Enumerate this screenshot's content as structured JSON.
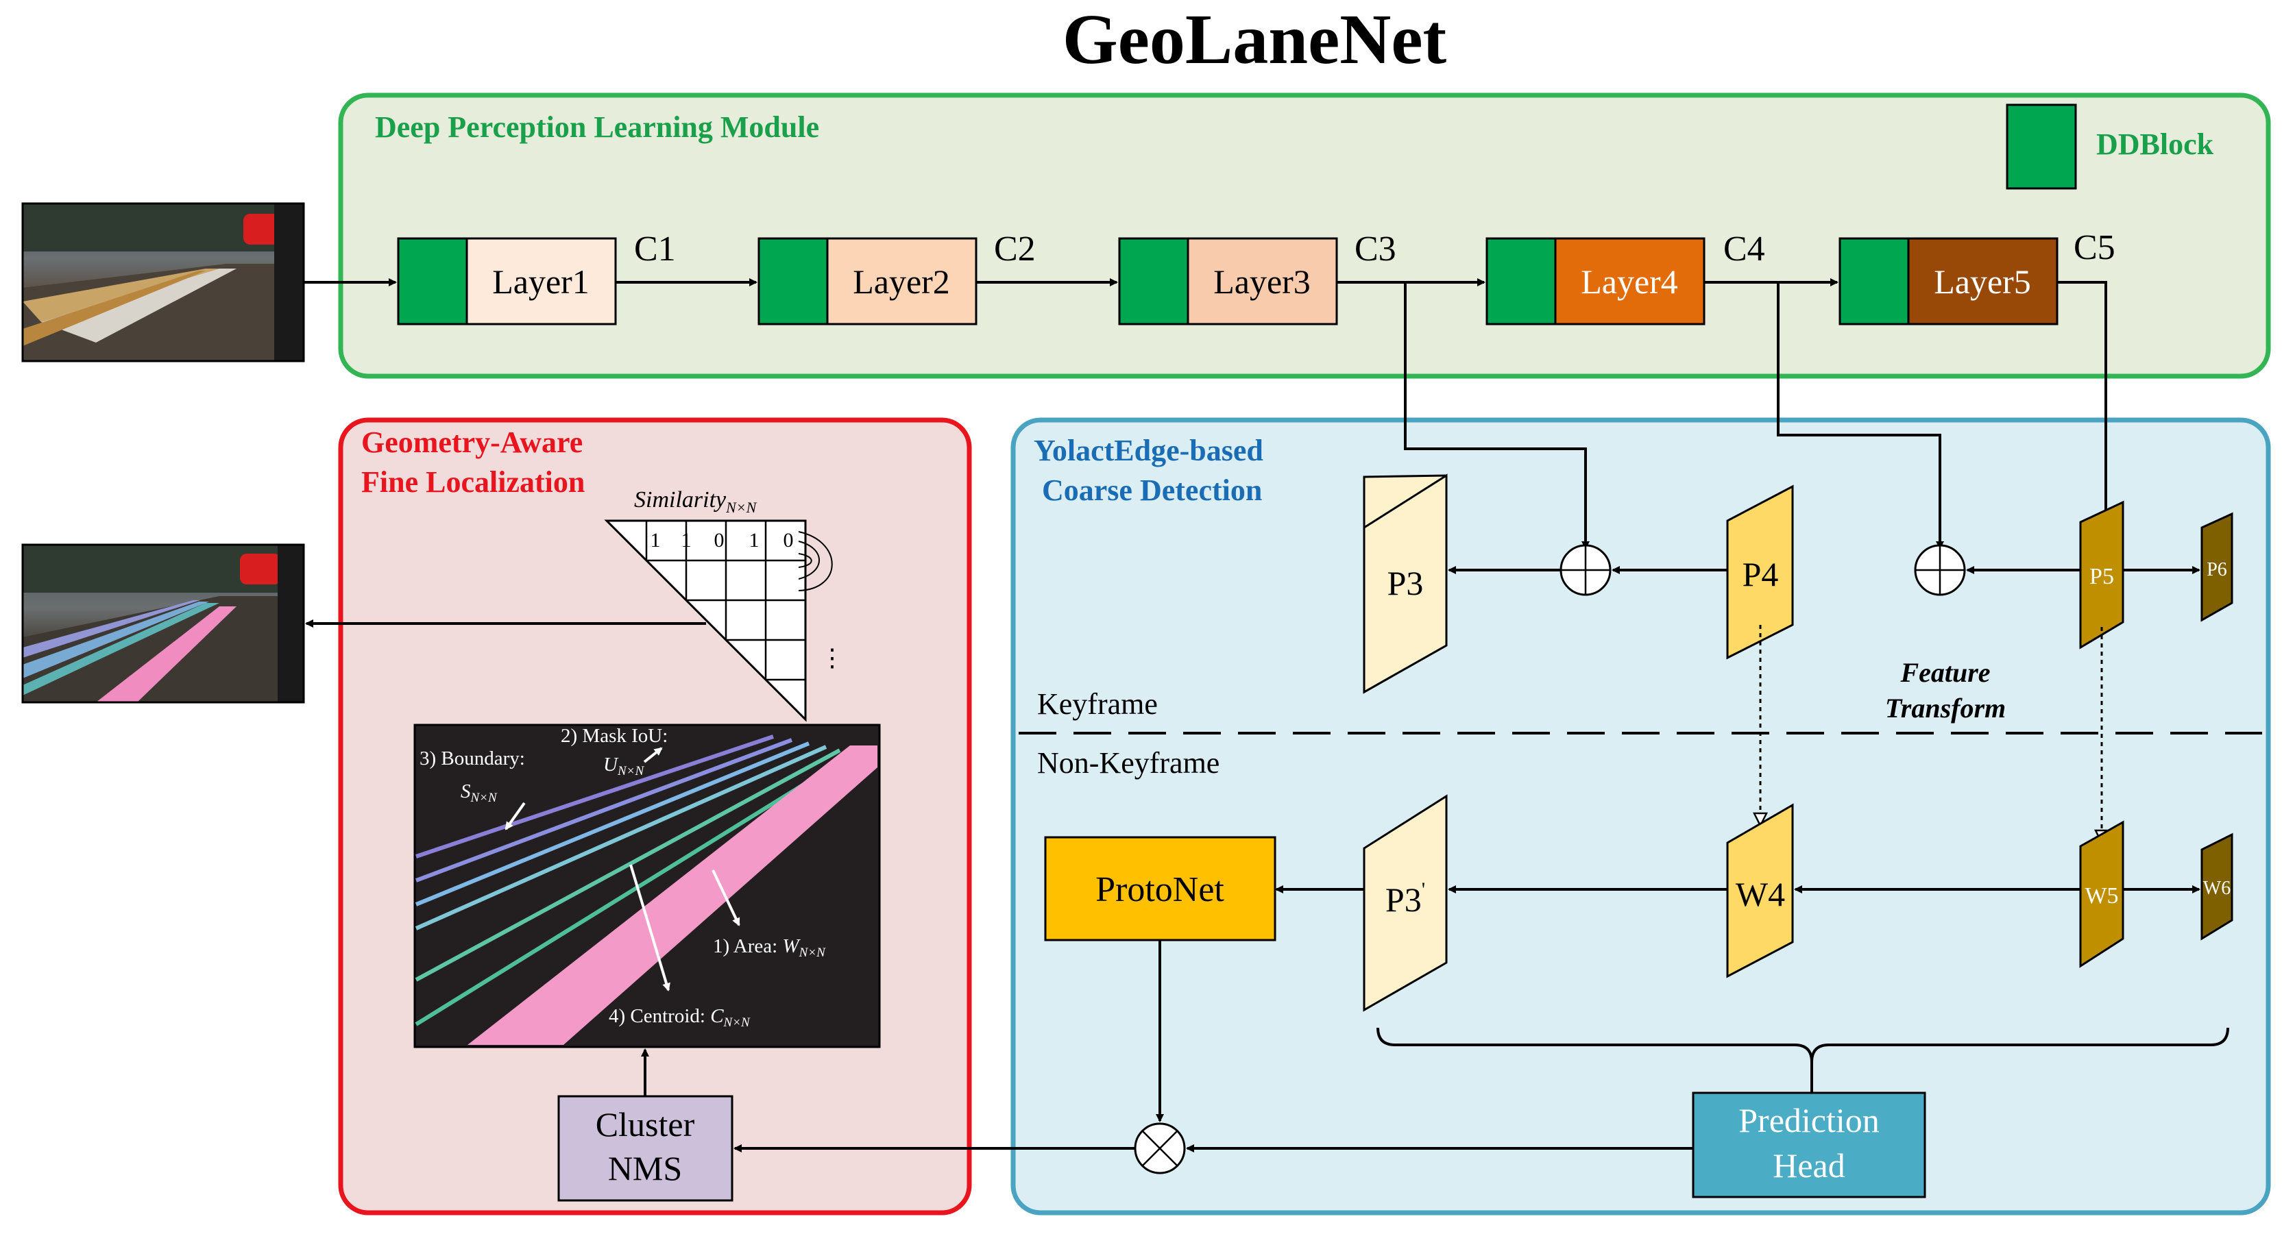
{
  "title": "GeoLaneNet",
  "deep_module": {
    "label": "Deep Perception Learning Module",
    "legend_label": "DDBlock",
    "layers": [
      "Layer1",
      "Layer2",
      "Layer3",
      "Layer4",
      "Layer5"
    ],
    "outputs": [
      "C1",
      "C2",
      "C3",
      "C4",
      "C5"
    ]
  },
  "geo_module": {
    "label_line1": "Geometry-Aware",
    "label_line2": "Fine Localization",
    "similarity_label": "Similarity",
    "similarity_sub": "N×N",
    "matrix_row": [
      "1",
      "1",
      "0",
      "1",
      "0"
    ],
    "dots": "⋮",
    "mask": {
      "boundary": "3) Boundary:",
      "boundary_var": "S",
      "mask_iou": "2) Mask IoU:",
      "mask_iou_var": "U",
      "area": "1) Area:",
      "area_var": "W",
      "centroid": "4) Centroid:",
      "centroid_var": "C",
      "subscript": "N×N"
    },
    "cluster_nms_line1": "Cluster",
    "cluster_nms_line2": "NMS"
  },
  "yolact_module": {
    "label_line1": "YolactEdge-based",
    "label_line2": "Coarse Detection",
    "keyframe": "Keyframe",
    "non_keyframe": "Non-Keyframe",
    "feature_transform_line1": "Feature",
    "feature_transform_line2": "Transform",
    "p3": "P3",
    "p4": "P4",
    "p5": "P5",
    "p6": "P6",
    "p3_prime": "P3",
    "prime": "'",
    "w4": "W4",
    "w5": "W5",
    "w6": "W6",
    "protonet": "ProtoNet",
    "prediction_head_line1": "Prediction",
    "prediction_head_line2": "Head"
  },
  "colors": {
    "deep_bg": "#e6eedb",
    "deep_border": "#33b455",
    "deep_text": "#1aa04a",
    "ddblock": "#00a650",
    "geo_bg": "#f2dcdb",
    "geo_border": "#e8141e",
    "geo_text": "#e8141e",
    "yolact_bg": "#dbeef4",
    "yolact_border": "#4aa3c0",
    "yolact_text": "#1a6db5",
    "layer1": "#fdeada",
    "layer2": "#fbd5b5",
    "layer3": "#f8cbad",
    "layer4": "#e36c0a",
    "layer5": "#984807",
    "p3": "#fdf2cc",
    "p4": "#ffd966",
    "p5": "#bf8f00",
    "p6": "#7f6000",
    "protonet": "#ffc000",
    "prediction_head": "#4bacc6",
    "cluster_nms": "#ccc0da"
  }
}
